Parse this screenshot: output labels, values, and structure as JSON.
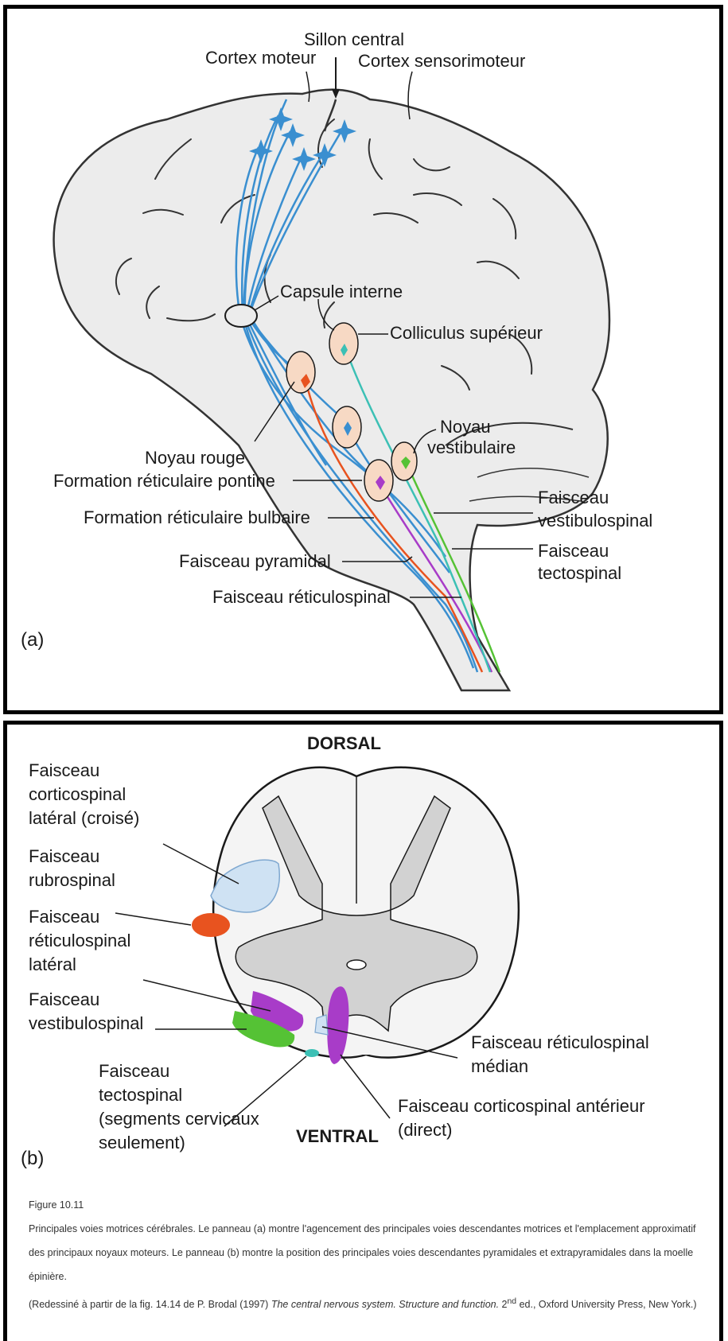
{
  "panel_a": {
    "letter": "(a)",
    "labels": {
      "sillon_central": "Sillon central",
      "cortex_moteur": "Cortex moteur",
      "cortex_sensorimoteur": "Cortex sensorimoteur",
      "capsule_interne": "Capsule interne",
      "colliculus": "Colliculus supérieur",
      "noyau_rouge": "Noyau rouge",
      "noyau_vestibulaire_1": "Noyau",
      "noyau_vestibulaire_2": "vestibulaire",
      "formation_pontine": "Formation réticulaire pontine",
      "formation_bulbaire": "Formation réticulaire bulbaire",
      "faisceau_pyramidal": "Faisceau pyramidal",
      "faisceau_reticulospinal": "Faisceau réticulospinal",
      "faisceau_vestibulospinal_1": "Faisceau",
      "faisceau_vestibulospinal_2": "vestibulospinal",
      "faisceau_tectospinal_1": "Faisceau",
      "faisceau_tectospinal_2": "tectospinal"
    }
  },
  "panel_b": {
    "letter": "(b)",
    "dorsal": "DORSAL",
    "ventral": "VENTRAL",
    "labels": {
      "cortico_lat_1": "Faisceau",
      "cortico_lat_2": "corticospinal",
      "cortico_lat_3": "latéral (croisé)",
      "rubro_1": "Faisceau",
      "rubro_2": "rubrospinal",
      "reti_lat_1": "Faisceau",
      "reti_lat_2": "réticulospinal",
      "reti_lat_3": "latéral",
      "vestibulo_1": "Faisceau",
      "vestibulo_2": "vestibulospinal",
      "tecto_1": "Faisceau",
      "tecto_2": "tectospinal",
      "tecto_3": "(segments cervicaux",
      "tecto_4": "seulement)",
      "reti_med_1": "Faisceau réticulospinal",
      "reti_med_2": "médian",
      "cortico_ant_1": "Faisceau corticospinal antérieur",
      "cortico_ant_2": "(direct)"
    }
  },
  "caption": {
    "title": "Figure 10.11",
    "body": "Principales voies motrices cérébrales. Le panneau (a) montre l'agencement des principales voies descendantes motrices et l'emplacement approximatif des principaux noyaux moteurs. Le panneau (b) montre la position des principales voies descendantes pyramidales et extrapyramidales dans la moelle épinière.",
    "ref_prefix": "(Redessiné à partir de la fig. 14.14 de P. Brodal (1997) ",
    "ref_book": "The central nervous system. Structure and function.",
    "ref_edition": " 2",
    "ref_sup": "nd",
    "ref_suffix": " ed., Oxford University Press, New York.)"
  },
  "colors": {
    "pyramidal": "#3a8fd0",
    "rubro": "#e8531f",
    "tecto": "#3cc0b5",
    "vestibulo": "#55c235",
    "reticulo": "#a83cc8",
    "brain_fill": "#ececec",
    "nucleus_fill": "#f7d9c4"
  }
}
